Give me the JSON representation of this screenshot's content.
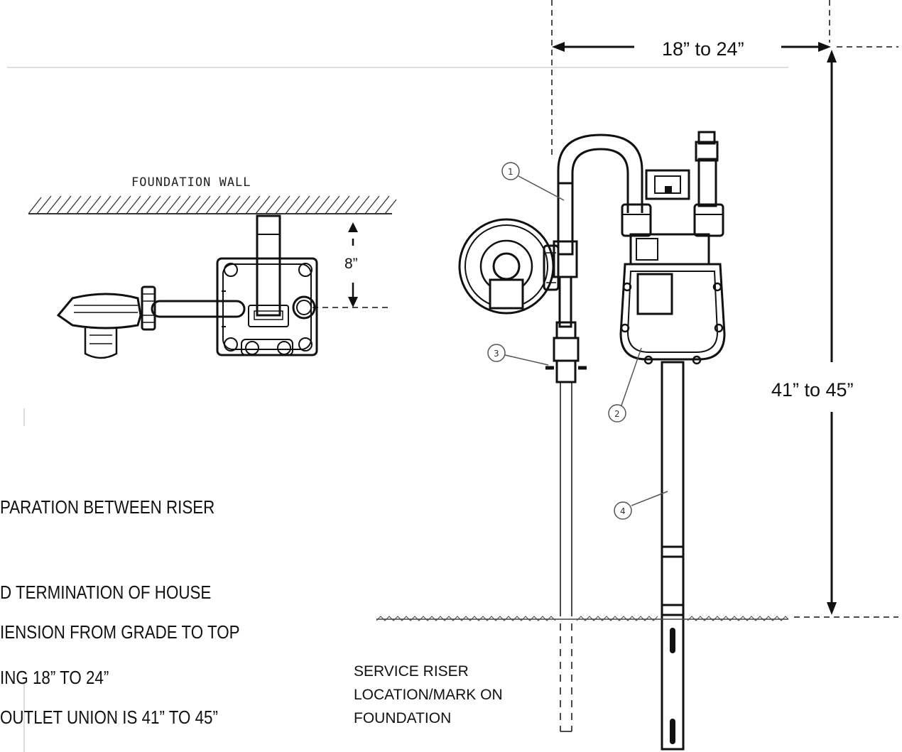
{
  "plan_view": {
    "wall_label": "FOUNDATION WALL",
    "offset_label": "8”"
  },
  "elevation": {
    "width_dim_label": "18” to 24”",
    "height_dim_label": "41” to 45”",
    "callouts": [
      "1",
      "2",
      "3",
      "4"
    ]
  },
  "notes": [
    {
      "line1": "PARATION BETWEEN RISER",
      "line2": "D TERMINATION OF HOUSE",
      "line3": "ING 18” TO 24”"
    },
    {
      "line1": "IENSION FROM GRADE TO TOP",
      "line2": "OUTLET UNION IS 41” TO 45”"
    }
  ],
  "riser_note": {
    "line1": "SERVICE RISER",
    "line2": "LOCATION/MARK ON",
    "line3": "FOUNDATION"
  }
}
